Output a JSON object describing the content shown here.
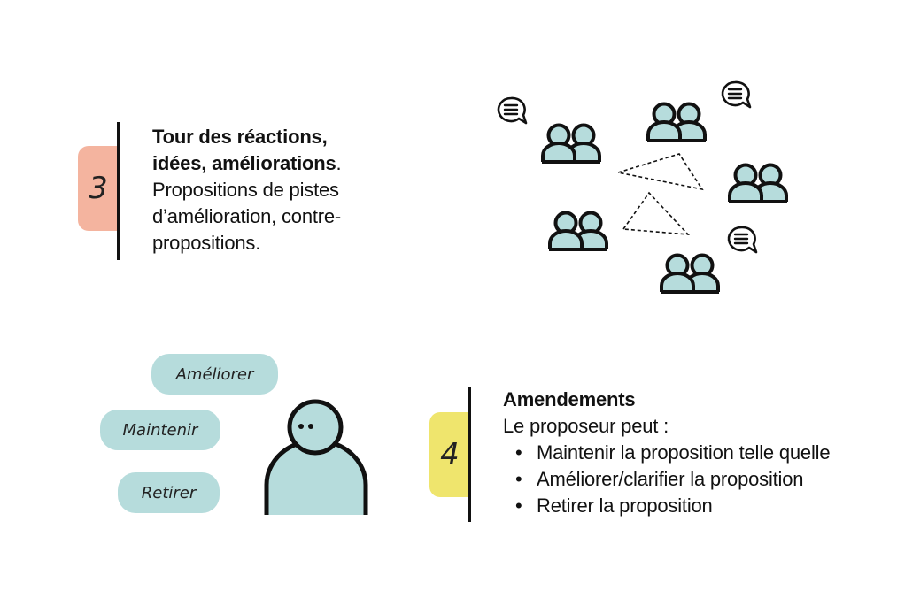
{
  "colors": {
    "step3_accent": "#f4b49f",
    "step4_accent": "#efe56d",
    "figure_fill": "#b6dcdc",
    "ink": "#111111"
  },
  "step3": {
    "number": "3",
    "title_line1": "Tour des réactions,",
    "title_line2": "idées, améliorations",
    "title_end": ".",
    "body_lines": [
      "Propositions de pistes",
      "d’amélioration, contre-",
      "propositions."
    ]
  },
  "step4": {
    "number": "4",
    "title": "Amendements",
    "intro": "Le proposeur peut :",
    "bullets": [
      "Maintenir la proposition telle quelle",
      "Améliorer/clarifier la proposition",
      "Retirer la proposition"
    ]
  },
  "options": {
    "improve": "Améliorer",
    "keep": "Maintenir",
    "withdraw": "Retirer"
  },
  "icons": {
    "group": "people-group-icon",
    "speech": "speech-bubble-icon",
    "person": "person-icon"
  }
}
